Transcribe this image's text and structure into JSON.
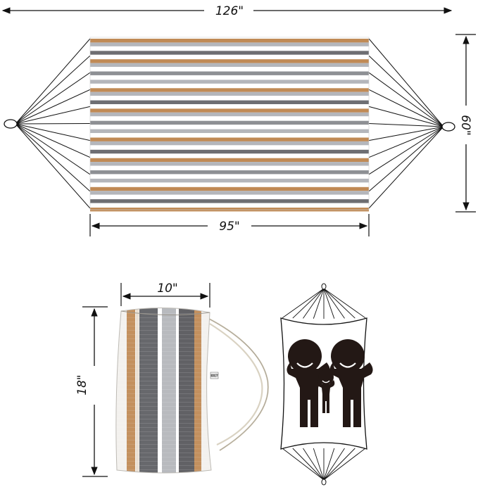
{
  "dimensions": {
    "total_length": "126\"",
    "width": "60\"",
    "bed_length": "95\"",
    "bag_width": "10\"",
    "bag_height": "18\""
  },
  "bag": {
    "brand_tag": "KOOLTY"
  },
  "colors": {
    "tan": "#c08a55",
    "dark_gray": "#6e6e72",
    "light_gray": "#b4b6bb",
    "mid_gray": "#8e9094",
    "white": "#ffffff",
    "line": "#111111"
  },
  "icons": {
    "family_silhouettes": "people-icon"
  }
}
